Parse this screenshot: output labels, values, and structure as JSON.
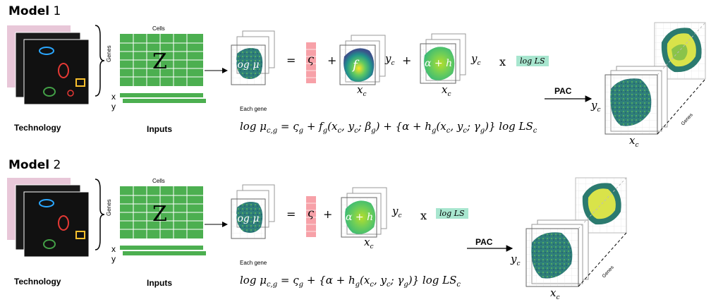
{
  "model1": {
    "title_word": "Model",
    "title_num": "1"
  },
  "model2": {
    "title_word": "Model",
    "title_num": "2"
  },
  "labels": {
    "technology": "Technology",
    "inputs": "Inputs",
    "cells": "Cells",
    "genes": "Genes",
    "matrix_letter": "Z",
    "x": "x",
    "y": "y",
    "each_gene": "Each gene",
    "log_mu": "log μ",
    "varsigma": "ς",
    "f": "f",
    "alpha_h": "α + h",
    "xc": "x",
    "yc": "y",
    "sub_c": "c",
    "times": "x",
    "log_ls": "log LS",
    "pac": "PAC",
    "genes_axis": "Genes",
    "equals": "=",
    "plus": "+"
  },
  "equations": {
    "model1": "log μ_{c,g} = ς_g + f_g(x_c, y_c; β_g) + {α + h_g(x_c, y_c; γ_g)} log LS_c",
    "model2": "log μ_{c,g} = ς_g + {α + h_g(x_c, y_c; γ_g)} log LS_c"
  },
  "colors": {
    "matrix_green": "#4caf50",
    "matrix_line": "#ffffff",
    "varsigma_pink": "#f7a1a8",
    "badge_teal": "#a8e6cf",
    "tissue_dark": "#2e6b7a",
    "tissue_green": "#3aa36b",
    "tissue_yellow": "#d9e34a"
  }
}
